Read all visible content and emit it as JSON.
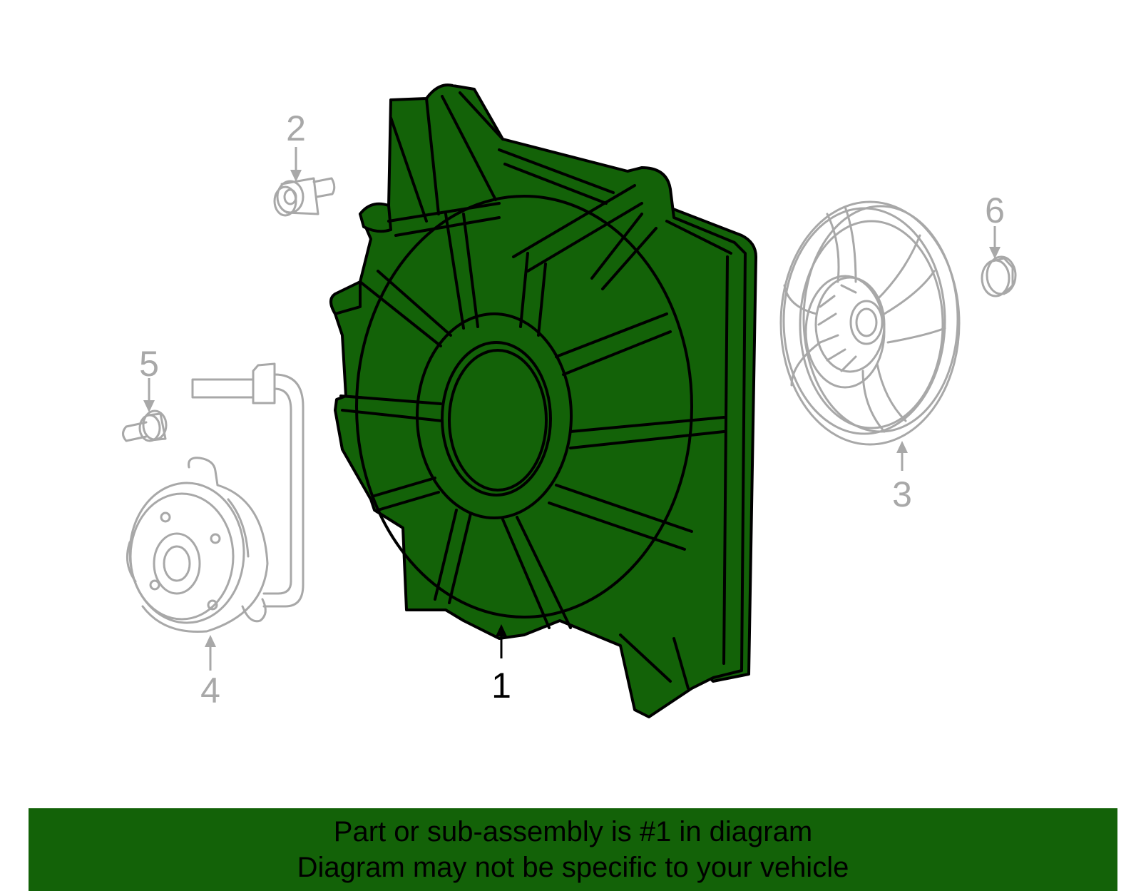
{
  "colors": {
    "highlight_fill": "#136208",
    "highlight_stroke": "#000000",
    "part_stroke": "#a8a8a8",
    "banner_bg": "#136208",
    "banner_text": "#000000"
  },
  "callouts": {
    "c1": "1",
    "c2": "2",
    "c3": "3",
    "c4": "4",
    "c5": "5",
    "c6": "6"
  },
  "banner": {
    "line1": "Part or sub-assembly is #1 in diagram",
    "line2": "Diagram may not be specific to your vehicle"
  }
}
